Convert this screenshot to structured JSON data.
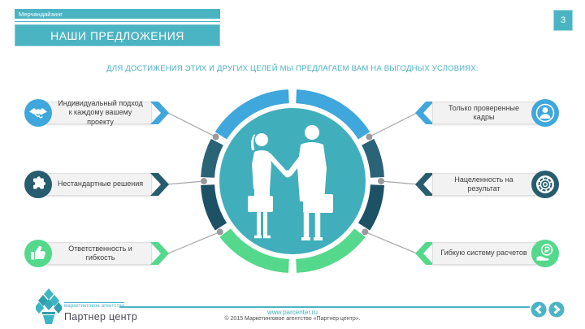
{
  "slide": {
    "kicker": "Мерчандайзинг",
    "title": "НАШИ ПРЕДЛОЖЕНИЯ",
    "subtitle": "ДЛЯ ДОСТИЖЕНИЯ ЭТИХ И ДРУГИХ ЦЕЛЕЙ МЫ ПРЕДЛАГАЕМ ВАМ НА ВЫГОДНЫХ УСЛОВИЯХ:",
    "page_number": "3"
  },
  "diagram": {
    "center_illustration": "businesswoman-businessman-handshake-silhouettes"
  },
  "callouts": {
    "left": [
      {
        "label": "Индивидуальный подход к каждому вашему проекту",
        "icon": "handshake-icon",
        "color": "#3fa7dc"
      },
      {
        "label": "Нестандартные решения",
        "icon": "puzzle-icon",
        "color": "#275d6e"
      },
      {
        "label": "Ответственность и гибкость",
        "icon": "thumbs-up-icon",
        "color": "#54d88b"
      }
    ],
    "right": [
      {
        "label": "Только проверенные кадры",
        "icon": "businessman-icon",
        "color": "#3fa7dc"
      },
      {
        "label": "Нацеленность на результат",
        "icon": "target-icon",
        "color": "#275d6e"
      },
      {
        "label": "Гибкую систему расчетов",
        "icon": "ruble-payment-icon",
        "color": "#54d88b"
      }
    ]
  },
  "footer": {
    "logo_tagline": "маркетинговое агентство",
    "logo_name": "Партнер центр",
    "url": "www.parcenter.ru",
    "copyright": "© 2015 Маркетинговое агентство «Партнер центр»."
  },
  "colors": {
    "accent_teal": "#4bb4c3",
    "ring_blue": "#3fa7dc",
    "ring_teal": "#2b6377",
    "ring_teal_dark": "#1c5166",
    "ring_green": "#54d88b",
    "center_circle": "#41aebb",
    "connector_line": "#a6a6a6",
    "connector_dot": "#9a9a9a",
    "ribbon_bg": "#f2f2f2"
  }
}
